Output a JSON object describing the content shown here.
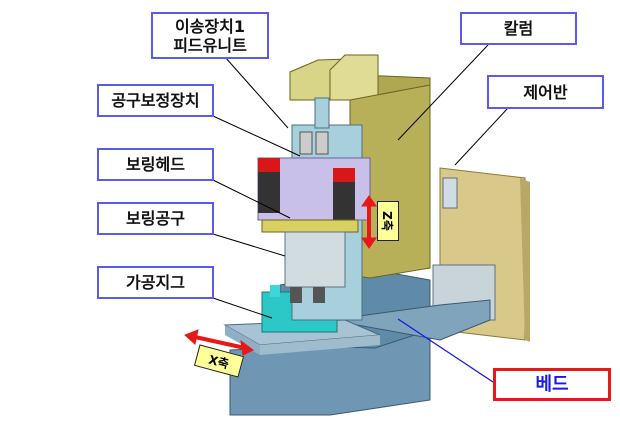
{
  "labels": {
    "feed_unit_line1": "이송장치1",
    "feed_unit_line2": "피드유니트",
    "column": "칼럼",
    "control_panel": "제어반",
    "tool_compensator": "공구보정장치",
    "boring_head": "보링헤드",
    "boring_tool": "보링공구",
    "machining_jig": "가공지그",
    "bed": "베드"
  },
  "axes": {
    "z": "Z축",
    "x": "X축"
  },
  "colors": {
    "label_border": "#5a5af0",
    "bed_border": "#e81818",
    "arrow": "#e81818",
    "column": "#c8c070",
    "bed_body": "#6f97b3"
  }
}
